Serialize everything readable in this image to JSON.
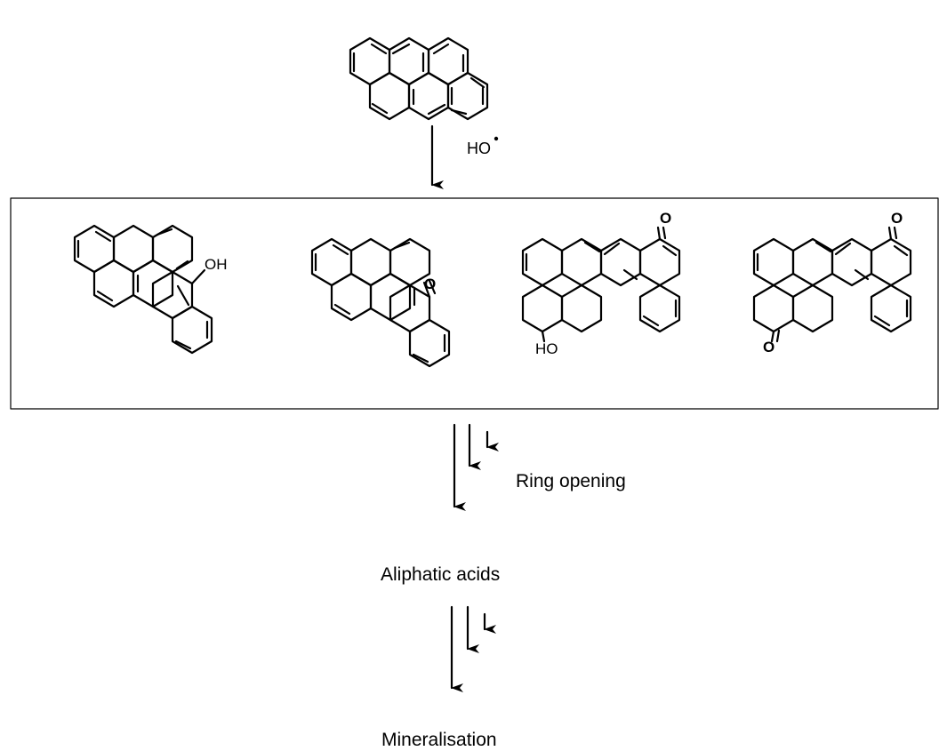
{
  "reagent": {
    "radical": "HO"
  },
  "products": {
    "p1_group": "OH",
    "p2_group": "O",
    "p3_ketone": "O",
    "p3_hydroxyl": "HO",
    "p4_ketone_top": "O",
    "p4_ketone_bottom": "O"
  },
  "steps": {
    "ring_opening": "Ring opening",
    "aliphatic_acids": "Aliphatic acids",
    "mineralisation": "Mineralisation"
  }
}
